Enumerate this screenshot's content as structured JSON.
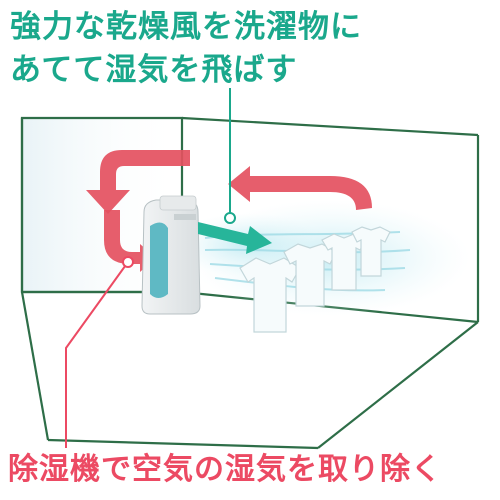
{
  "headline": {
    "line1": "強力な乾燥風を洗濯物に",
    "line2": "あてて湿気を飛ばす"
  },
  "caption": "除湿機で空気の湿気を取り除く",
  "colors": {
    "headline": "#1aa88c",
    "caption": "#ec4a63",
    "room_lines": "#2e6e48",
    "circulation_arrow": "#e4505f",
    "airflow_arrow": "#27b59a",
    "dehumidifier_accent": "#5fb9c4"
  },
  "illustration": {
    "room": "room-outline",
    "appliance": "dehumidifier",
    "laundry_count": 4
  }
}
